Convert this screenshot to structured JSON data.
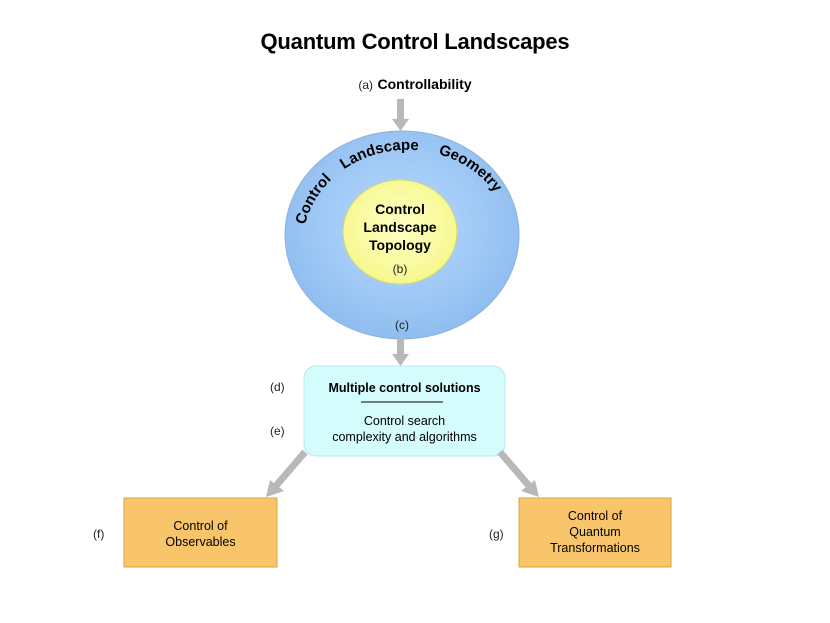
{
  "title": "Quantum Control Landscapes",
  "top": {
    "marker": "(a)",
    "label": "Controllability"
  },
  "outer_circle": {
    "label_words": [
      "Control",
      "Landscape",
      "Geometry"
    ],
    "marker": "(c)",
    "color": "#9ac5f1"
  },
  "inner_circle": {
    "lines": [
      "Control",
      "Landscape",
      "Topology"
    ],
    "marker": "(b)",
    "color": "#fdfda0"
  },
  "middle_box": {
    "marker_top": "(d)",
    "top_text": "Multiple control solutions",
    "marker_bottom": "(e)",
    "bottom_lines": [
      "Control search",
      "complexity and algorithms"
    ],
    "color": "#d4fcfc"
  },
  "left_box": {
    "marker": "(f)",
    "lines": [
      "Control of",
      "Observables"
    ],
    "color": "#f9c56a"
  },
  "right_box": {
    "marker": "(g)",
    "lines": [
      "Control of",
      "Quantum",
      "Transformations"
    ],
    "color": "#f9c56a"
  },
  "arrow_color": "#b8b8b8"
}
